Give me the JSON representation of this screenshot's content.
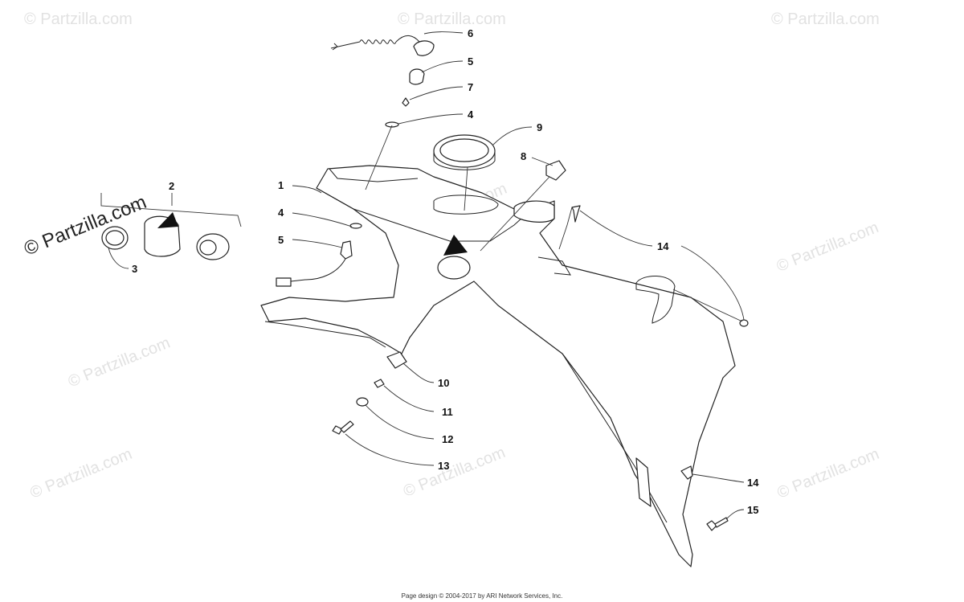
{
  "watermarks": [
    "© Partzilla.com",
    "© Partzilla.com",
    "© Partzilla.com",
    "© Partzilla.com",
    "© Partzilla.com",
    "© Partzilla.com",
    "© Partzilla.com",
    "© Partzilla.com",
    "© Partzilla.com"
  ],
  "brand_watermark": "© Partzilla.com",
  "callouts": {
    "c1": "1",
    "c2": "2",
    "c3": "3",
    "c4a": "4",
    "c4b": "4",
    "c5a": "5",
    "c5b": "5",
    "c6": "6",
    "c7": "7",
    "c8": "8",
    "c9": "9",
    "c10": "10",
    "c11": "11",
    "c12": "12",
    "c13": "13",
    "c14a": "14",
    "c14b": "14",
    "c15": "15"
  },
  "footer": "Page design © 2004-2017 by ARI Network Services, Inc."
}
